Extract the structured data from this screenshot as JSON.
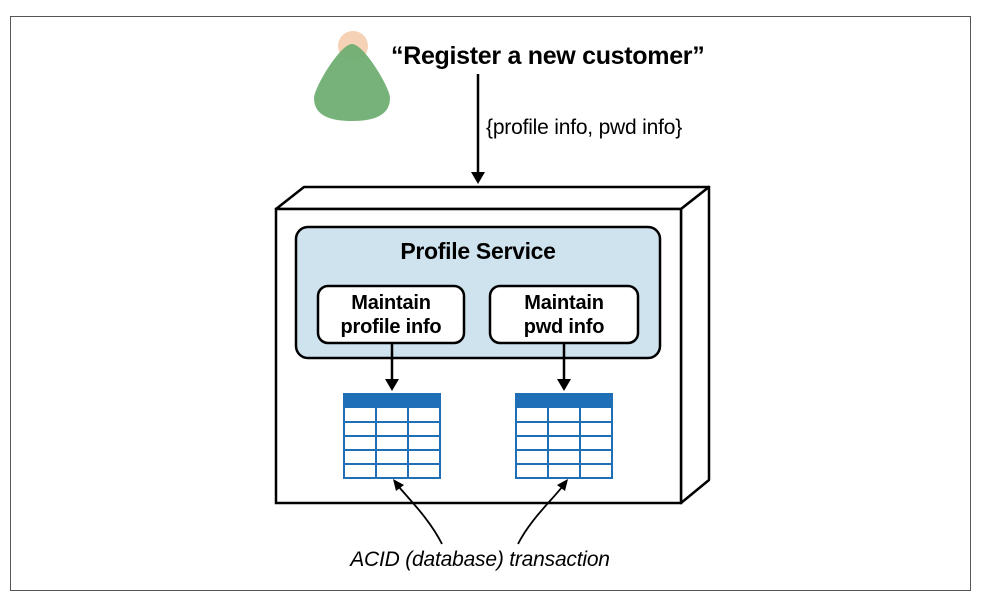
{
  "diagram": {
    "request_text": "“Register a new customer”",
    "payload_text": "{profile info, pwd info}",
    "service": {
      "title": "Profile Service",
      "components": [
        {
          "line1": "Maintain",
          "line2": "profile info"
        },
        {
          "line1": "Maintain",
          "line2": "pwd info"
        }
      ]
    },
    "transaction_text": "ACID (database) transaction"
  },
  "colors": {
    "person": "#6fae73",
    "person_head": "#f3c9a8",
    "service_fill": "#cfe3ef",
    "table_header": "#1f6fb7",
    "table_body": "#ffffff",
    "stroke": "#000000"
  },
  "icons": [
    "user-icon",
    "database-table-icon"
  ]
}
